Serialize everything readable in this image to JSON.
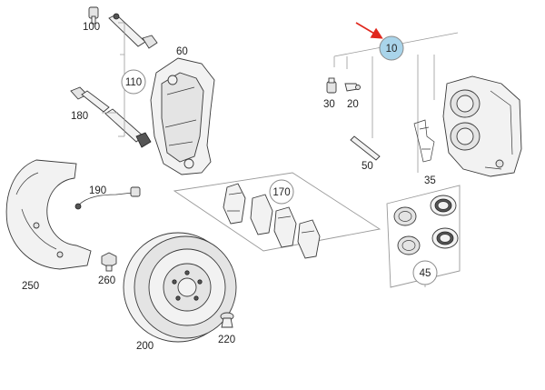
{
  "callouts": {
    "p10": "10",
    "p20": "20",
    "p30": "30",
    "p35": "35",
    "p45": "45",
    "p50": "50",
    "p60": "60",
    "p100": "100",
    "p110": "110",
    "p170": "170",
    "p180": "180",
    "p190": "190",
    "p200": "200",
    "p220": "220",
    "p250": "250",
    "p260": "260"
  },
  "highlighted_callout": "10",
  "colors": {
    "highlight_fill": "#a9d4ea",
    "arrow": "#e0281e",
    "line": "#3a3a3a",
    "leader": "#9a9a9a"
  }
}
